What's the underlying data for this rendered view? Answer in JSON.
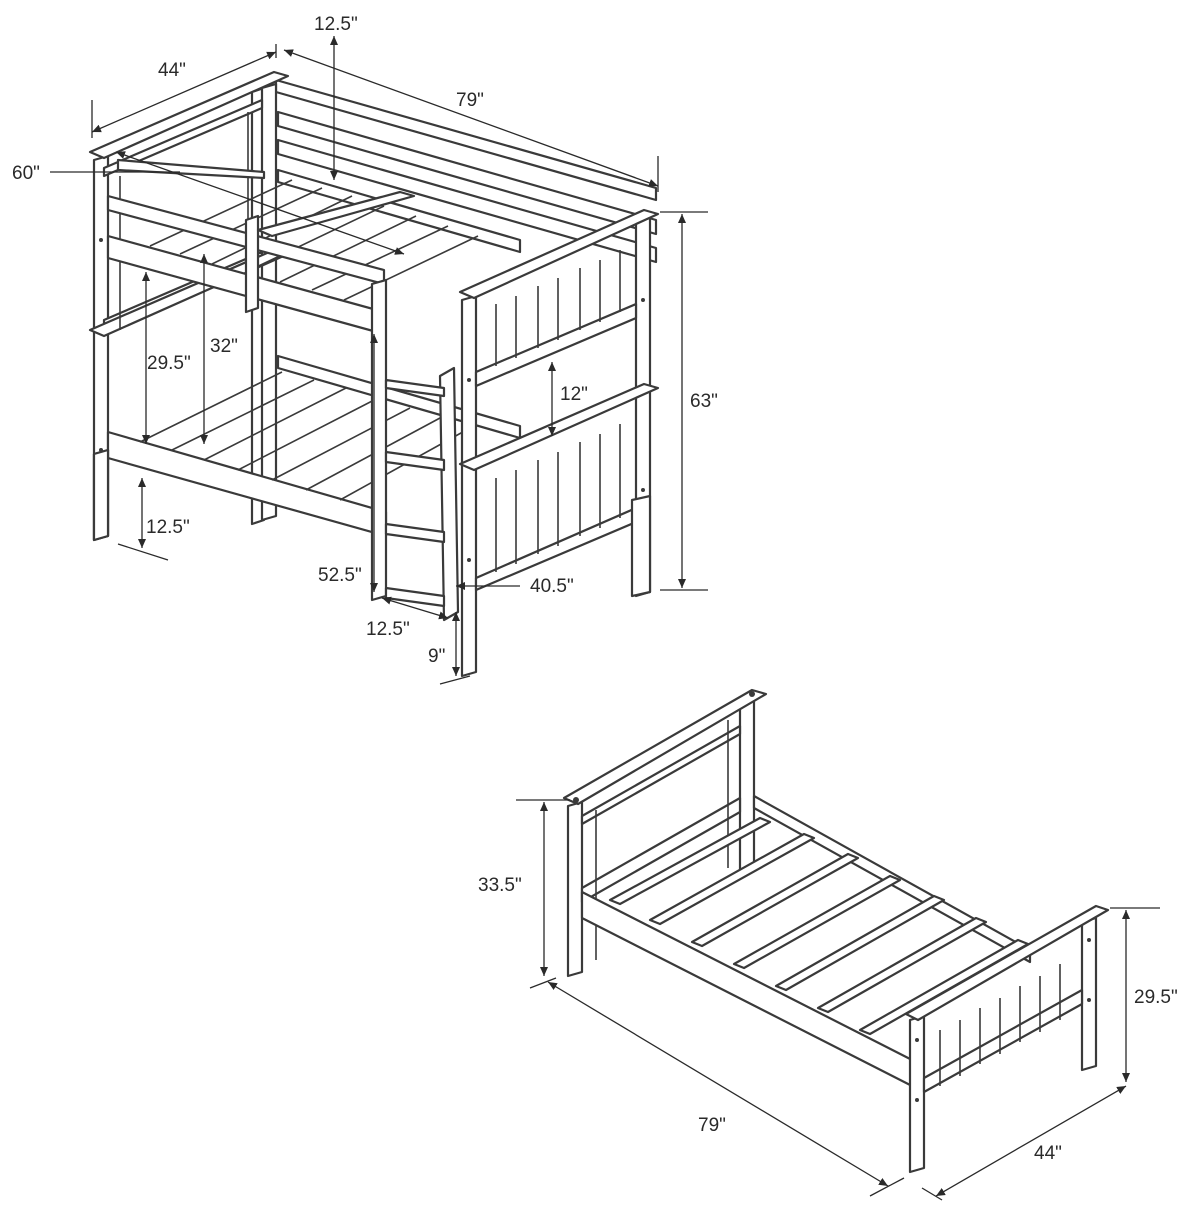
{
  "bunk_bed": {
    "width_label": "44\"",
    "length_label": "79\"",
    "guardrail_height_label": "12.5\"",
    "guardrail_length_label": "60\"",
    "clearance_label": "29.5\"",
    "inner_height_label": "32\"",
    "panel_gap_label": "12\"",
    "total_height_label": "63\"",
    "floor_clearance_label": "12.5\"",
    "ladder_height_label": "52.5\"",
    "ladder_depth_label": "40.5\"",
    "ladder_width_label": "12.5\"",
    "foot_label": "9\""
  },
  "single_bed": {
    "headboard_height_label": "33.5\"",
    "footboard_height_label": "29.5\"",
    "length_label": "79\"",
    "width_label": "44\""
  }
}
